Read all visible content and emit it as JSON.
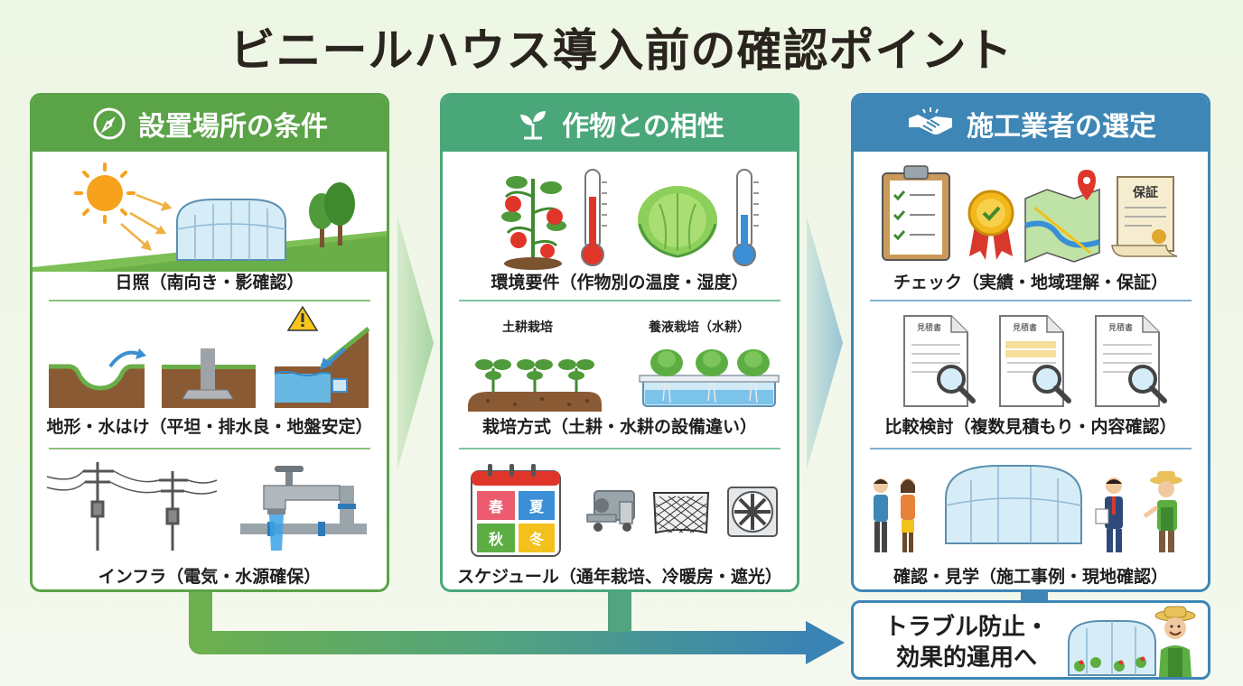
{
  "title": "ビニールハウス導入前の確認ポイント",
  "panels": [
    {
      "heading": "設置場所の条件",
      "icon": "compass-icon",
      "sections": [
        {
          "caption": "日照（南向き・影確認）"
        },
        {
          "caption": "地形・水はけ（平坦・排水良・地盤安定）"
        },
        {
          "caption": "インフラ（電気・水源確保）"
        }
      ]
    },
    {
      "heading": "作物との相性",
      "icon": "sprout-icon",
      "sections": [
        {
          "caption": "環境要件（作物別の温度・湿度）"
        },
        {
          "caption": "栽培方式（土耕・水耕の設備違い）",
          "sub_left": "土耕栽培",
          "sub_right": "養液栽培（水耕）"
        },
        {
          "caption": "スケジュール（通年栽培、冷暖房・遮光）",
          "seasons": [
            "春",
            "夏",
            "秋",
            "冬"
          ]
        }
      ]
    },
    {
      "heading": "施工業者の選定",
      "icon": "handshake-icon",
      "sections": [
        {
          "caption": "チェック（実績・地域理解・保証）",
          "certificate_label": "保証"
        },
        {
          "caption": "比較検討（複数見積もり・内容確認）",
          "doc_label": "見積書"
        },
        {
          "caption": "確認・見学（施工事例・現地確認）"
        }
      ]
    }
  ],
  "goal": {
    "line1": "トラブル防止・",
    "line2": "効果的運用へ"
  },
  "colors": {
    "green": "#5aa347",
    "teal": "#4aa77a",
    "blue": "#3e86b5"
  }
}
